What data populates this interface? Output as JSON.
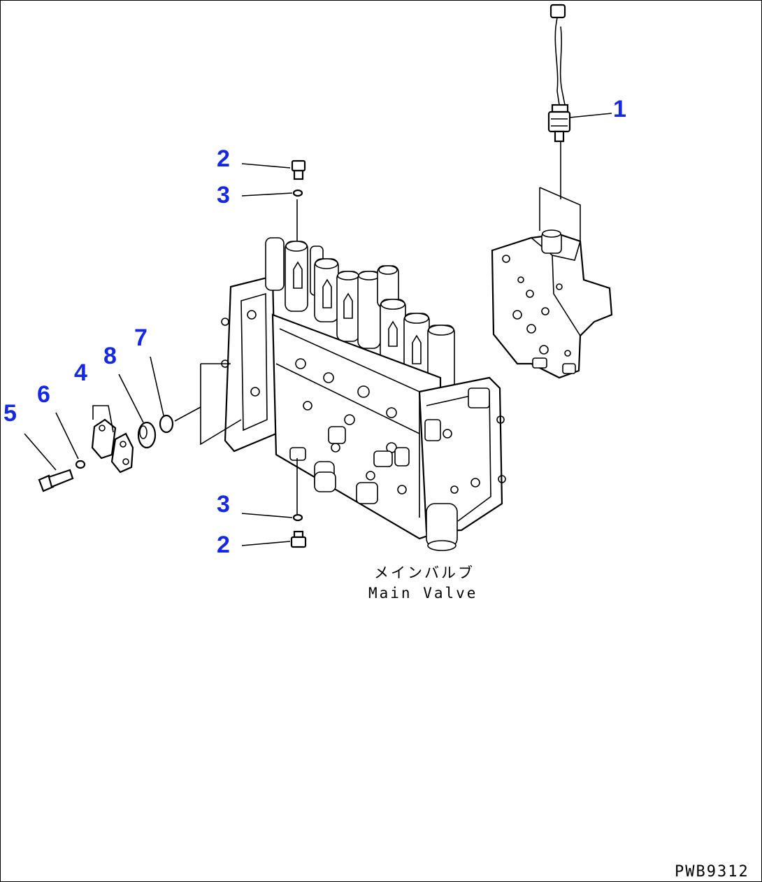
{
  "drawing": {
    "caption_jp": "メインバルブ",
    "caption_en": "Main Valve",
    "drawing_code": "PWB9312"
  },
  "callouts": [
    {
      "id": "c1",
      "label": "1"
    },
    {
      "id": "c2a",
      "label": "2"
    },
    {
      "id": "c3a",
      "label": "3"
    },
    {
      "id": "c3b",
      "label": "3"
    },
    {
      "id": "c2b",
      "label": "2"
    },
    {
      "id": "c7",
      "label": "7"
    },
    {
      "id": "c8",
      "label": "8"
    },
    {
      "id": "c4",
      "label": "4"
    },
    {
      "id": "c6",
      "label": "6"
    },
    {
      "id": "c5",
      "label": "5"
    }
  ],
  "colors": {
    "callout": "#1428e6",
    "line": "#000000",
    "background": "#ffffff"
  }
}
